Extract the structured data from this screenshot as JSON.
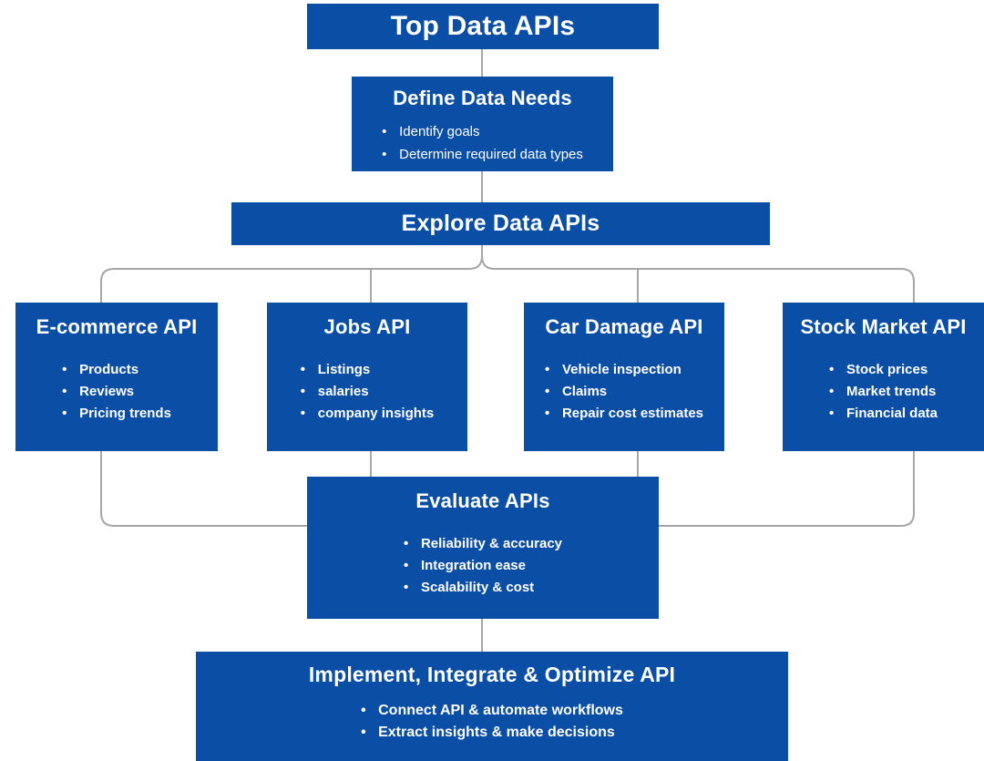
{
  "colors": {
    "box_blue": "#0b4ea6",
    "text_white": "#ffffff",
    "connector_gray": "#a6a6a6",
    "background": "#ffffff"
  },
  "nodes": {
    "root": {
      "title": "Top Data APIs",
      "bullets": []
    },
    "define": {
      "title": "Define Data Needs",
      "bullets": [
        "Identify goals",
        "Determine required data types"
      ]
    },
    "explore": {
      "title": "Explore Data APIs",
      "bullets": []
    },
    "ecommerce": {
      "title": "E-commerce API",
      "bullets": [
        "Products",
        "Reviews",
        "Pricing trends"
      ]
    },
    "jobs": {
      "title": "Jobs API",
      "bullets": [
        "Listings",
        "salaries",
        "company insights"
      ]
    },
    "car_damage": {
      "title": "Car Damage API",
      "bullets": [
        "Vehicle inspection",
        "Claims",
        "Repair cost estimates"
      ]
    },
    "stock_market": {
      "title": "Stock Market API",
      "bullets": [
        "Stock prices",
        "Market trends",
        "Financial data"
      ]
    },
    "evaluate": {
      "title": "Evaluate APIs",
      "bullets": [
        "Reliability & accuracy",
        "Integration ease",
        "Scalability & cost"
      ]
    },
    "implement": {
      "title": "Implement, Integrate & Optimize API",
      "bullets": [
        "Connect API & automate workflows",
        "Extract insights & make decisions"
      ]
    }
  }
}
